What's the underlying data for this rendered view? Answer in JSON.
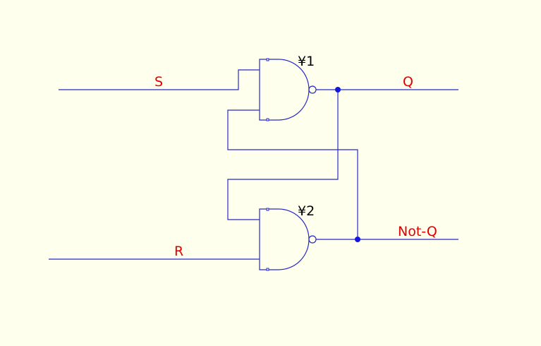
{
  "colors": {
    "background": "#FFFFEE",
    "wire": "#2828C8",
    "junction": "#1515E0",
    "net_label": "#E00000",
    "gate_label": "#000000"
  },
  "gates": [
    {
      "id": "u1",
      "label": "¥1",
      "type": "nand"
    },
    {
      "id": "u2",
      "label": "¥2",
      "type": "nand"
    }
  ],
  "nets": {
    "s": "S",
    "r": "R",
    "q": "Q",
    "not_q": "Not-Q"
  }
}
